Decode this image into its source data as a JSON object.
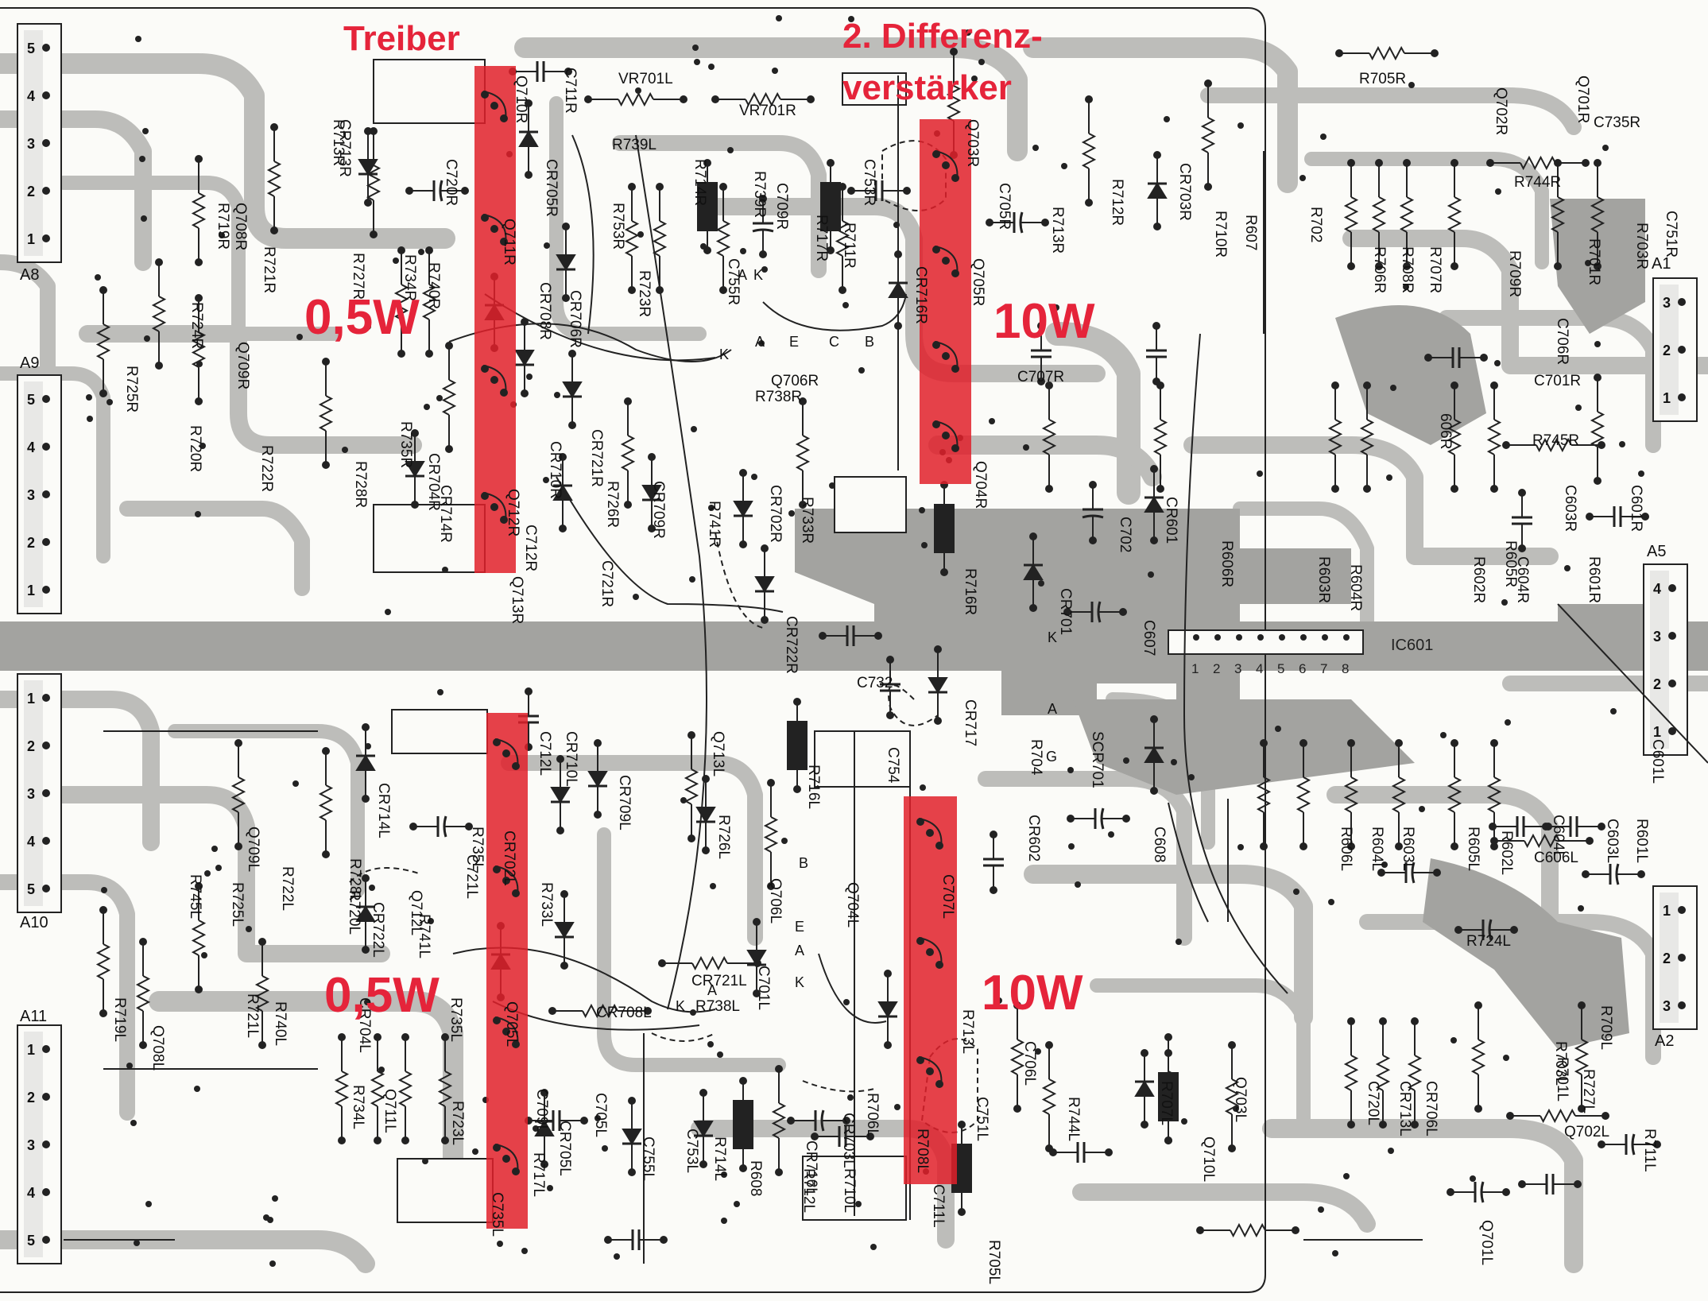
{
  "annotations": {
    "treiber": "Treiber",
    "diff_line1": "2. Differenz-",
    "diff_line2": "verstärker",
    "power_top_left": "0,5W",
    "power_top_right": "10W",
    "power_bottom_left": "0,5W",
    "power_bottom_right": "10W"
  },
  "connectors": [
    {
      "name": "A8",
      "pins": [
        "5",
        "4",
        "3",
        "2",
        "1"
      ]
    },
    {
      "name": "A9",
      "pins": [
        "5",
        "4",
        "3",
        "2",
        "1"
      ]
    },
    {
      "name": "A10",
      "pins": [
        "1",
        "2",
        "3",
        "4",
        "5"
      ]
    },
    {
      "name": "A11",
      "pins": [
        "1",
        "2",
        "3",
        "4",
        "5"
      ]
    },
    {
      "name": "A1",
      "pins": [
        "3",
        "2",
        "1"
      ]
    },
    {
      "name": "A5",
      "pins": [
        "4",
        "3",
        "2",
        "1"
      ]
    },
    {
      "name": "A2",
      "pins": [
        "1",
        "2",
        "3"
      ]
    }
  ],
  "ic": {
    "name": "IC601",
    "pins": [
      "1",
      "2",
      "3",
      "4",
      "5",
      "6",
      "7",
      "8"
    ]
  },
  "highlight_color": "#e0202a",
  "trace_color": "#b9b9b6",
  "labels": [
    {
      "t": "Q710R"
    },
    {
      "t": "C711R"
    },
    {
      "t": "VR701L"
    },
    {
      "t": "VR701R"
    },
    {
      "t": "R739L"
    },
    {
      "t": "R714R"
    },
    {
      "t": "R739R"
    },
    {
      "t": "C709R"
    },
    {
      "t": "R717R"
    },
    {
      "t": "R711R"
    },
    {
      "t": "C753R"
    },
    {
      "t": "Q703R"
    },
    {
      "t": "C705R"
    },
    {
      "t": "R713R"
    },
    {
      "t": "R712R"
    },
    {
      "t": "CR703R"
    },
    {
      "t": "R710R"
    },
    {
      "t": "R607"
    },
    {
      "t": "R702"
    },
    {
      "t": "R705R"
    },
    {
      "t": "Q702R"
    },
    {
      "t": "Q701R"
    },
    {
      "t": "C735R"
    },
    {
      "t": "R744R"
    },
    {
      "t": "R706R"
    },
    {
      "t": "R708R"
    },
    {
      "t": "R707R"
    },
    {
      "t": "R709R"
    },
    {
      "t": "R701R"
    },
    {
      "t": "R703R"
    },
    {
      "t": "C751R"
    },
    {
      "t": "C706R"
    },
    {
      "t": "R713R"
    },
    {
      "t": "CR713R"
    },
    {
      "t": "C720R"
    },
    {
      "t": "Q711R"
    },
    {
      "t": "CR705R"
    },
    {
      "t": "R753R"
    },
    {
      "t": "R719R"
    },
    {
      "t": "Q708R"
    },
    {
      "t": "R721R"
    },
    {
      "t": "R727R"
    },
    {
      "t": "R734R"
    },
    {
      "t": "R740R"
    },
    {
      "t": "CR708R"
    },
    {
      "t": "CR706R"
    },
    {
      "t": "R723R"
    },
    {
      "t": "C755R"
    },
    {
      "t": "CR716R"
    },
    {
      "t": "Q705R"
    },
    {
      "t": "R724R"
    },
    {
      "t": "R725R"
    },
    {
      "t": "Q709R"
    },
    {
      "t": "R720R"
    },
    {
      "t": "R722R"
    },
    {
      "t": "R735R"
    },
    {
      "t": "CR704R"
    },
    {
      "t": "CR721R"
    },
    {
      "t": "Q706R"
    },
    {
      "t": "R738R"
    },
    {
      "t": "C707R"
    },
    {
      "t": "C701R"
    },
    {
      "t": "606R"
    },
    {
      "t": "Q704R"
    },
    {
      "t": "R728R"
    },
    {
      "t": "CR714R"
    },
    {
      "t": "Q712R"
    },
    {
      "t": "CR710R"
    },
    {
      "t": "R726R"
    },
    {
      "t": "CR709R"
    },
    {
      "t": "R741R"
    },
    {
      "t": "CR702R"
    },
    {
      "t": "R733R"
    },
    {
      "t": "C712R"
    },
    {
      "t": "C721R"
    },
    {
      "t": "C702"
    },
    {
      "t": "CR601"
    },
    {
      "t": "R606R"
    },
    {
      "t": "R603R"
    },
    {
      "t": "R604R"
    },
    {
      "t": "R602R"
    },
    {
      "t": "R605R"
    },
    {
      "t": "R745R"
    },
    {
      "t": "C603R"
    },
    {
      "t": "C601R"
    },
    {
      "t": "C604R"
    },
    {
      "t": "R601R"
    },
    {
      "t": "Q713R"
    },
    {
      "t": "R716R"
    },
    {
      "t": "CR722R"
    },
    {
      "t": "CR701"
    },
    {
      "t": "C607"
    },
    {
      "t": "C732"
    },
    {
      "t": "CR717"
    },
    {
      "t": "R704"
    },
    {
      "t": "SCR701"
    },
    {
      "t": "C754"
    },
    {
      "t": "R716L"
    },
    {
      "t": "CR714L"
    },
    {
      "t": "C712L"
    },
    {
      "t": "CR710L"
    },
    {
      "t": "CR709L"
    },
    {
      "t": "Q713L"
    },
    {
      "t": "CR702L"
    },
    {
      "t": "R726L"
    },
    {
      "t": "R728L"
    },
    {
      "t": "Q709L"
    },
    {
      "t": "R722L"
    },
    {
      "t": "C721L"
    },
    {
      "t": "R735L"
    },
    {
      "t": "Q712L"
    },
    {
      "t": "R733L"
    },
    {
      "t": "Q706L"
    },
    {
      "t": "Q704L"
    },
    {
      "t": "C707L"
    },
    {
      "t": "CR602"
    },
    {
      "t": "C608"
    },
    {
      "t": "R606L"
    },
    {
      "t": "R604L"
    },
    {
      "t": "R603L"
    },
    {
      "t": "R605L"
    },
    {
      "t": "R602L"
    },
    {
      "t": "C604L"
    },
    {
      "t": "C603L"
    },
    {
      "t": "R601L"
    },
    {
      "t": "C601L"
    },
    {
      "t": "C606L"
    },
    {
      "t": "R745L"
    },
    {
      "t": "R725L"
    },
    {
      "t": "R720L"
    },
    {
      "t": "CR722L"
    },
    {
      "t": "R741L"
    },
    {
      "t": "CR708L"
    },
    {
      "t": "R738L"
    },
    {
      "t": "CR721L"
    },
    {
      "t": "C701L"
    },
    {
      "t": "R724L"
    },
    {
      "t": "R719L"
    },
    {
      "t": "Q708L"
    },
    {
      "t": "R721L"
    },
    {
      "t": "R740L"
    },
    {
      "t": "CR704L"
    },
    {
      "t": "R735L"
    },
    {
      "t": "Q705L"
    },
    {
      "t": "R713L"
    },
    {
      "t": "C706L"
    },
    {
      "t": "R703L"
    },
    {
      "t": "R709L"
    },
    {
      "t": "R701L"
    },
    {
      "t": "R727L"
    },
    {
      "t": "R734L"
    },
    {
      "t": "Q711L"
    },
    {
      "t": "R723L"
    },
    {
      "t": "C709L"
    },
    {
      "t": "C705L"
    },
    {
      "t": "CR716L"
    },
    {
      "t": "CR703L"
    },
    {
      "t": "R706L"
    },
    {
      "t": "R708L"
    },
    {
      "t": "R707L"
    },
    {
      "t": "C720L"
    },
    {
      "t": "CR713L"
    },
    {
      "t": "CR706L"
    },
    {
      "t": "CR705L"
    },
    {
      "t": "R717L"
    },
    {
      "t": "C755L"
    },
    {
      "t": "R714L"
    },
    {
      "t": "C753L"
    },
    {
      "t": "R712L"
    },
    {
      "t": "R710L"
    },
    {
      "t": "R608"
    },
    {
      "t": "C751L"
    },
    {
      "t": "R744L"
    },
    {
      "t": "Q710L"
    },
    {
      "t": "Q703L"
    },
    {
      "t": "R711L"
    },
    {
      "t": "Q702L"
    },
    {
      "t": "C735L"
    },
    {
      "t": "C711L"
    },
    {
      "t": "R705L"
    },
    {
      "t": "Q701L"
    }
  ]
}
